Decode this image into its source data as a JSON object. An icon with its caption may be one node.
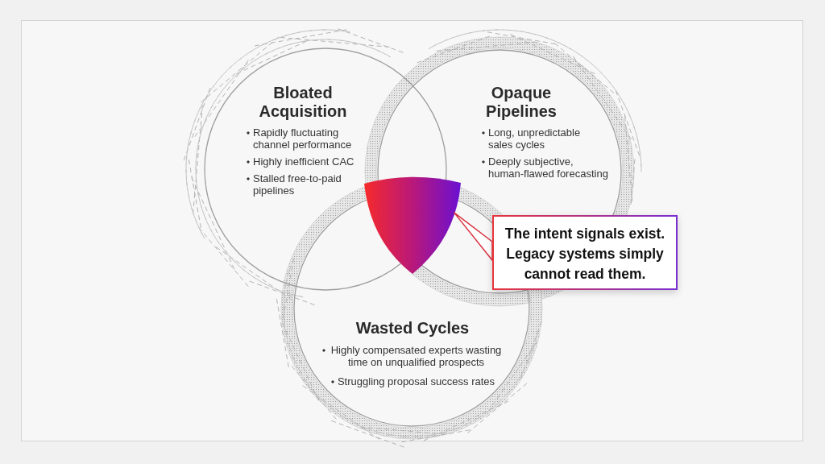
{
  "diagram": {
    "nodes": [
      {
        "text": [
          "Bloated Acquisition",
          "Rapidly fluctuating channel performance",
          "Highly inefficient CAC",
          "Stalled free-to-paid pipelines"
        ]
      },
      {
        "text": [
          "Opaque Pipelines",
          "Long, unpredictable sales cycles",
          "Deeply subjective, human-flawed forecasting"
        ]
      },
      {
        "text": [
          "Wasted Cycles",
          "Highly compensated experts wasting time on unqualified prospects",
          "Struggling proposal success rates"
        ]
      },
      {
        "text": [],
        "shape": "triangle"
      },
      {
        "text": [
          "The intent signals exist. Legacy systems simply cannot read them."
        ]
      }
    ],
    "edges": [
      {
        "from": 4,
        "to": 3,
        "arrow": "none"
      }
    ]
  }
}
